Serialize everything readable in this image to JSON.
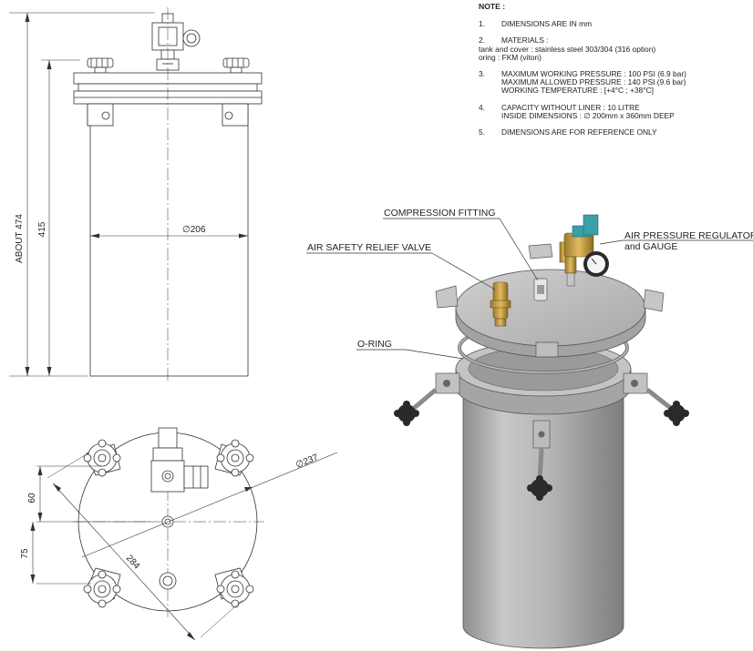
{
  "notes": {
    "heading": "NOTE :",
    "items": [
      {
        "num": "1.",
        "lines": [
          "DIMENSIONS ARE IN mm"
        ]
      },
      {
        "num": "2.",
        "lines": [
          "MATERIALS :",
          "tank and cover : stainless steel 303/304 (316 option)",
          "oring : FKM (viton)"
        ]
      },
      {
        "num": "3.",
        "lines": [
          "MAXIMUM WORKING PRESSURE : 100 PSI (6.9 bar)",
          "MAXIMUM ALLOWED PRESSURE : 140 PSI (9.6 bar)",
          "WORKING TEMPERATURE : [+4°C ; +38°C]"
        ]
      },
      {
        "num": "4.",
        "lines": [
          "CAPACITY WITHOUT LINER : 10 LITRE",
          "INSIDE DIMENSIONS : ∅ 200mm x 360mm DEEP"
        ]
      },
      {
        "num": "5.",
        "lines": [
          "DIMENSIONS ARE FOR REFERENCE ONLY"
        ]
      }
    ]
  },
  "side_view": {
    "dim_overall": "ABOUT 474",
    "dim_height": "415",
    "dim_diameter": "∅206"
  },
  "top_view": {
    "dim_flange": "∅237",
    "dim_upper": "60",
    "dim_lower": "75",
    "dim_span": "284"
  },
  "iso_view": {
    "labels": {
      "compression_fitting": "COMPRESSION FITTING",
      "safety_valve": "AIR SAFETY RELIEF VALVE",
      "regulator_line1": "AIR PRESSURE REGULATOR",
      "regulator_line2": "and GAUGE",
      "oring": "O-RING"
    }
  },
  "colors": {
    "line": "#333333",
    "steel": "#c9c9c9",
    "steel_dark": "#9a9a9a",
    "brass": "#c9a14a",
    "regulator_accent": "#3aa0a8",
    "knob": "#2a2a2a"
  }
}
